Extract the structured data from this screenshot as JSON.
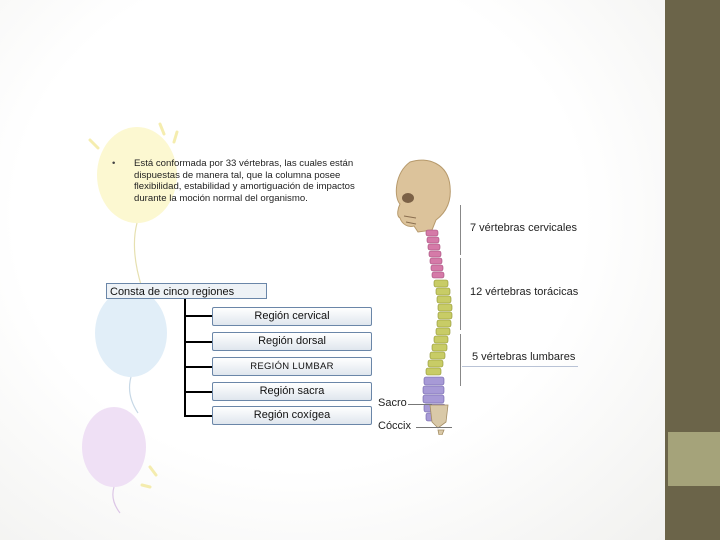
{
  "bullet": {
    "marker": "•",
    "text": "Está conformada por 33 vértebras, las cuales están dispuestas de manera tal, que la columna posee flexibilidad, estabilidad y amortiguación de impactos durante la moción normal del organismo."
  },
  "diagram": {
    "root": "Consta de cinco regiones",
    "regions": [
      "Región cervical",
      "Región dorsal",
      "REGIÓN LUMBAR",
      "Región sacra",
      "Región coxígea"
    ]
  },
  "spine_labels": {
    "cervical": "7 vértebras cervicales",
    "thoracic": "12 vértebras torácicas",
    "lumbar": "5 vértebras lumbares",
    "sacrum": "Sacro",
    "coccyx": "Cóccix"
  },
  "colors": {
    "cervical": "#d57aa8",
    "thoracic": "#c8cc66",
    "lumbar": "#a79ad6",
    "bone": "#d9c9a8",
    "side_bar": "#6b6449",
    "side_accent": "#a5a37a"
  }
}
